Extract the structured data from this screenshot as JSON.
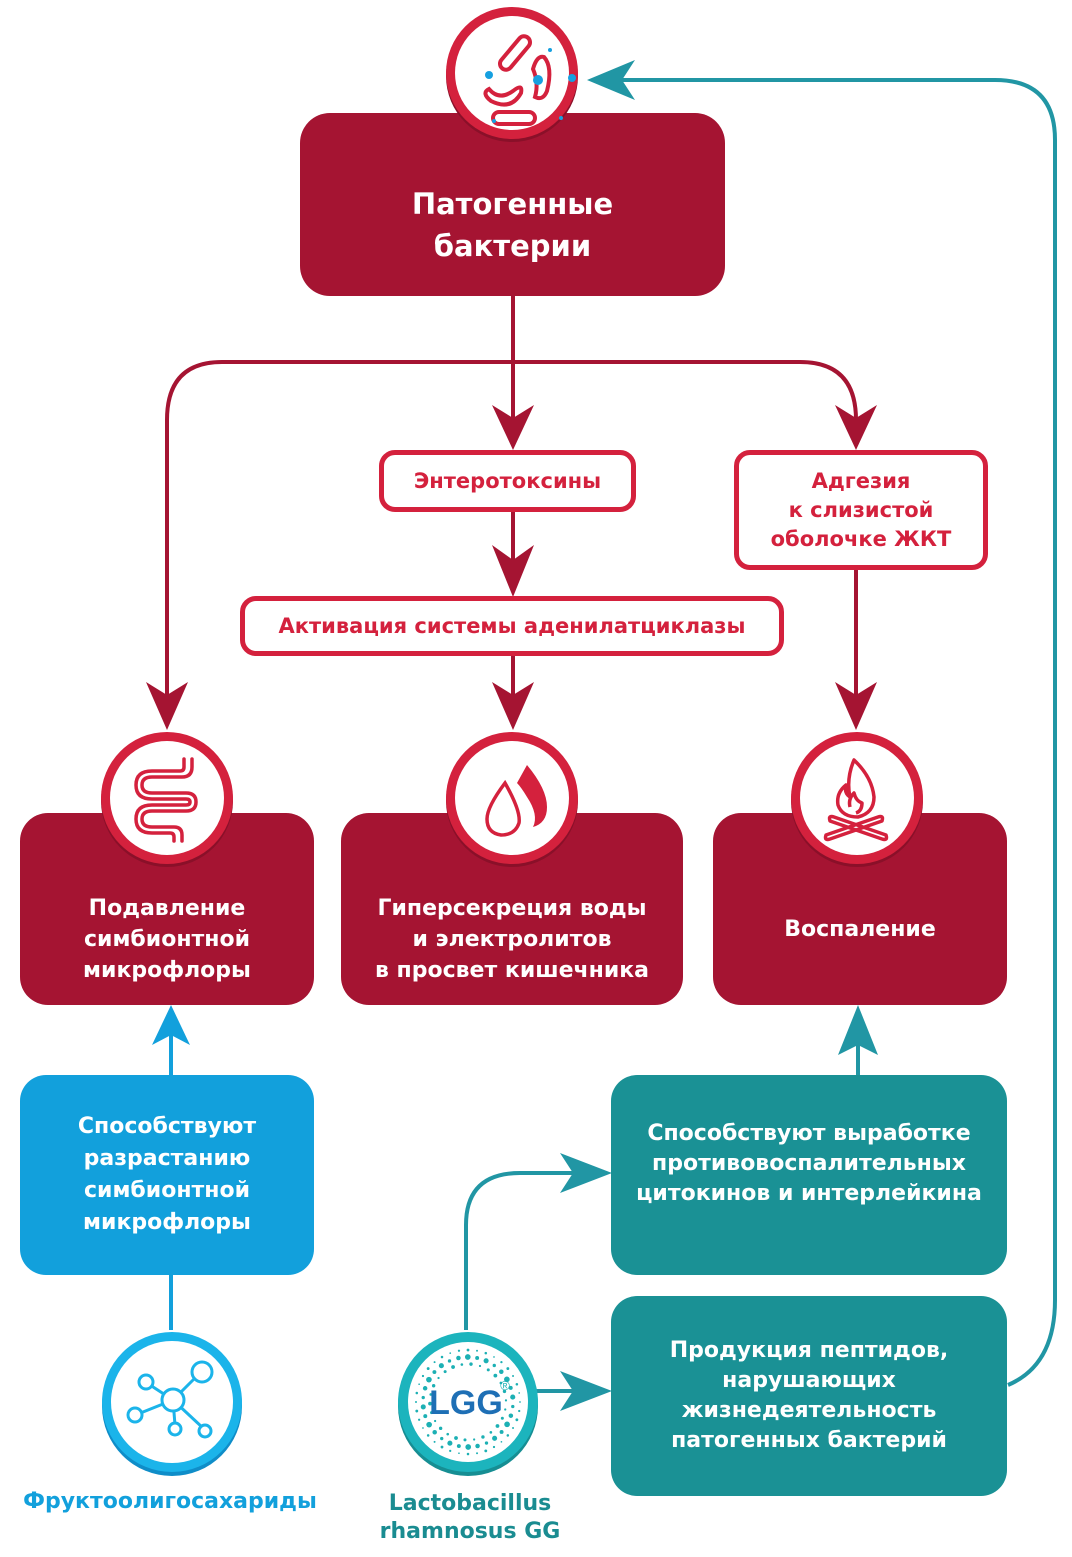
{
  "colors": {
    "pathogen_dark": "#a51432",
    "pathogen_red": "#d4213d",
    "prebiotic_blue": "#12a0dc",
    "probiotic_teal": "#1a9195",
    "arrow_teal": "#2196a4"
  },
  "nodes": {
    "pathogens": {
      "text": "Патогенные\nбактерии",
      "icon": "bacteria-icon"
    },
    "enterotoxins": {
      "text": "Энтеротоксины"
    },
    "adhesion": {
      "text": "Адгезия\nк слизистой\nоболочке ЖКТ"
    },
    "adenylate": {
      "text": "Активация системы аденилатциклазы"
    },
    "suppression": {
      "text": "Подавление\nсимбионтной\nмикрофлоры",
      "icon": "intestine-icon"
    },
    "hypersecretion": {
      "text": "Гиперсекреция воды\nи электролитов\nв просвет кишечника",
      "icon": "droplets-icon"
    },
    "inflammation": {
      "text": "Воспаление",
      "icon": "campfire-icon"
    },
    "growth": {
      "text": "Способствуют\nразрастанию\nсимбионтной\nмикрофлоры"
    },
    "cytokines": {
      "text": "Способствуют выработке\nпротивовоспалительных\nцитокинов и интерлейкина"
    },
    "peptides": {
      "text": "Продукция пептидов,\nнарушающих\nжизнедеятельность\nпатогенных бактерий"
    },
    "fos": {
      "text": "Фруктоолигосахариды",
      "icon": "molecule-icon"
    },
    "lgg": {
      "text": "Lactobacillus\nrhamnosus GG",
      "logo": "LGG",
      "mark": "®"
    }
  }
}
